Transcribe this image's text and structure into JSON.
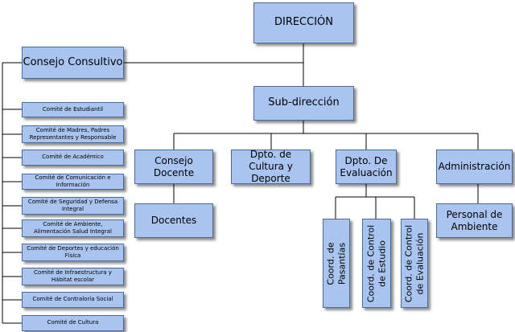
{
  "chart": {
    "direccion": "DIRECCIÓN",
    "consejo_consultivo": "Consejo Consultivo",
    "subdireccion": "Sub-dirección",
    "consejo_docente": "Consejo Docente",
    "docentes": "Docentes",
    "cultura_deporte": "Dpto. de Cultura y Deporte",
    "evaluacion": "Dpto. De Evaluación",
    "administracion": "Administración",
    "personal_ambiente": "Personal de Ambiente",
    "coord_pasantias": "Coord. de Pasantías",
    "coord_estudio": "Coord. de Control de Estudio",
    "coord_evaluacion": "Coord. de Control de Evaluación"
  },
  "comites": [
    "Comité de Estudiantil",
    "Comité de Madres, Padres Representantes y Responsable",
    "Comité de Académico",
    "Comité de Comunicación e Información",
    "Comité de Seguridad y Defensa Integral",
    "Comité de Ambiente, Alimentación Salud Integral",
    "Comité de Deportes y educación Física",
    "Comité de Infraestructura y Hábitat escolar",
    "Comité de Contraloría Social",
    "Comité de Cultura"
  ]
}
